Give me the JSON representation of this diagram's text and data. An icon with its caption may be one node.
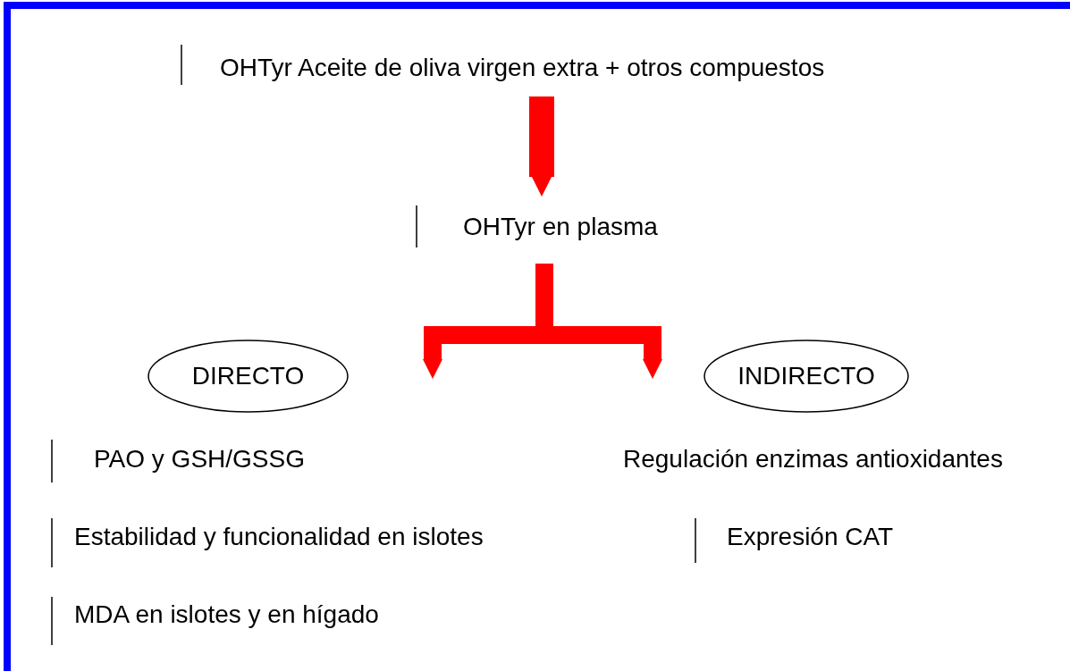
{
  "diagram": {
    "nodes": [
      {
        "text": [
          "OHTyr Aceite de oliva virgen extra + otros compuestos"
        ]
      },
      {
        "text": [
          "OHTyr en plasma"
        ]
      },
      {
        "text": [
          "DIRECTO"
        ]
      },
      {
        "text": [
          "INDIRECTO"
        ]
      },
      {
        "text": [
          "PAO y GSH/GSSG"
        ]
      },
      {
        "text": [
          "Regulación enzimas antioxidantes"
        ]
      },
      {
        "text": [
          "Estabilidad y funcionalidad en islotes"
        ]
      },
      {
        "text": [
          "Expresión CAT"
        ]
      },
      {
        "text": [
          "MDA en islotes y en hígado"
        ]
      }
    ],
    "edges": [
      {
        "from": 0,
        "to": 1,
        "arrow": "to"
      },
      {
        "from": 1,
        "to": 2,
        "arrow": "to"
      },
      {
        "from": 1,
        "to": 3,
        "arrow": "to"
      }
    ]
  }
}
